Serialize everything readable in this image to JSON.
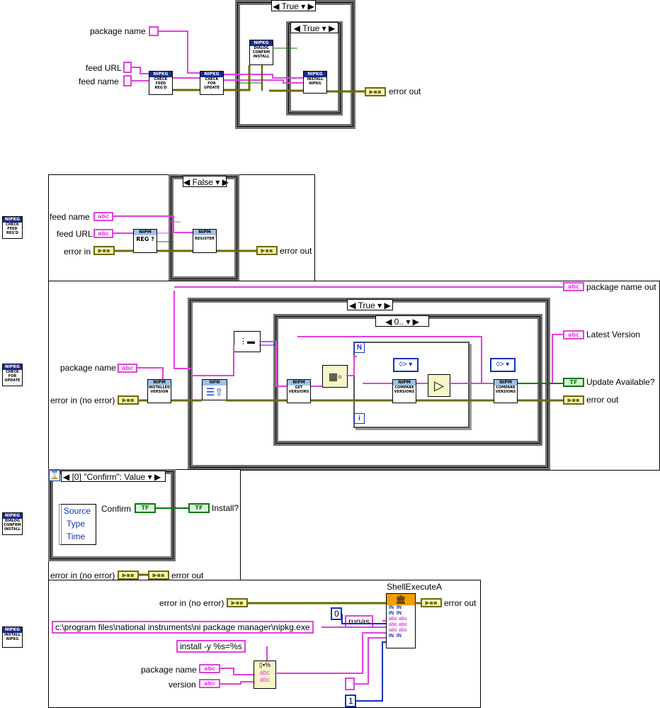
{
  "top": {
    "outer_case": "True",
    "inner_case": "True",
    "labels": {
      "package_name": "package name",
      "feed_url": "feed URL",
      "feed_name": "feed name",
      "error_out": "error out"
    },
    "subvis": {
      "check_feed": [
        "NIPKG",
        "CHECK",
        "FEED",
        "REG'D"
      ],
      "check_update": [
        "NIPKG",
        "CHECK",
        "FOR",
        "UPDATE"
      ],
      "dialog": [
        "NIPKG",
        "DIALOG",
        "CONFRM",
        "INSTALL"
      ],
      "install": [
        "NIPKG",
        "INSTALL",
        "NIPKG"
      ]
    }
  },
  "side_icons": {
    "check_feed": [
      "NIPKG",
      "CHECK",
      "FEED",
      "REG'D"
    ],
    "check_update": [
      "NIPKG",
      "CHECK",
      "FOR",
      "UPDATE"
    ],
    "dialog": [
      "NIPKG",
      "DIALOG",
      "CONFRM",
      "INSTALL"
    ],
    "install": [
      "NIPKG",
      "INSTALL",
      "NIPKG"
    ]
  },
  "feed_panel": {
    "case": "False",
    "labels": {
      "feed_name": "feed name",
      "feed_url": "feed URL",
      "error_in": "error in",
      "error_out": "error out"
    },
    "reg_vi": [
      "NIPM",
      "REG ?"
    ],
    "register_vi": [
      "NIPM",
      "REGISTER"
    ]
  },
  "update_panel": {
    "case": "True",
    "loop_case": "0..",
    "labels": {
      "package_name_out": "package name out",
      "package_name": "package name",
      "latest_version": "Latest Version",
      "update_available": "Update Available?",
      "error_in": "error in (no error)",
      "error_out": "error out"
    },
    "installed_vi": [
      "NIPM",
      "INSTALLED",
      "VERSION"
    ],
    "get_versions_vi": [
      "NIPM",
      "GET",
      "VERSIONS"
    ],
    "compare_vi": [
      "NIPM",
      "COMPARE",
      "VERSIONS"
    ],
    "loop_n": "N",
    "loop_i": "i"
  },
  "dialog_panel": {
    "event": "[0] \"Confirm\": Value",
    "event_data": [
      "Source",
      "Type",
      "Time"
    ],
    "labels": {
      "confirm": "Confirm",
      "install": "Install?",
      "error_in": "error in (no error)",
      "error_out": "error out"
    }
  },
  "install_panel": {
    "func_name": "ShellExecuteA",
    "labels": {
      "error_in": "error in (no error)",
      "error_out": "error out",
      "package_name": "package name",
      "version": "version"
    },
    "exe_path": "c:\\program files\\national instruments\\ni package manager\\nipkg.exe",
    "verb": "runas",
    "format": "install -y %s=%s",
    "num0": "0",
    "num1": "1"
  },
  "terminal_text": {
    "str": "abc",
    "err": "▶▪▪",
    "bool": "TF"
  }
}
